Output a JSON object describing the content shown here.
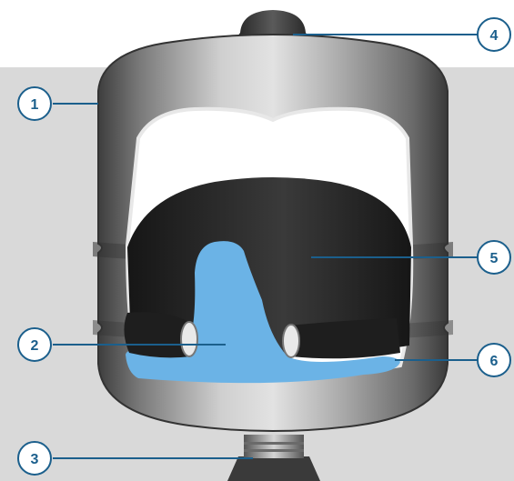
{
  "callouts": [
    {
      "id": "1",
      "label": "1"
    },
    {
      "id": "2",
      "label": "2"
    },
    {
      "id": "3",
      "label": "3"
    },
    {
      "id": "4",
      "label": "4"
    },
    {
      "id": "5",
      "label": "5"
    },
    {
      "id": "6",
      "label": "6"
    }
  ],
  "colors": {
    "background_top": "#ffffff",
    "background_main": "#d9d9d9",
    "tank_steel": "#8c8c8c",
    "tank_highlight": "#d8d8d8",
    "tank_shadow": "#4a4a4a",
    "diaphragm": "#2a2a2a",
    "water": "#6bb3e6",
    "callout_line": "#1b5f8c",
    "callout_circle_fill": "#ffffff"
  }
}
